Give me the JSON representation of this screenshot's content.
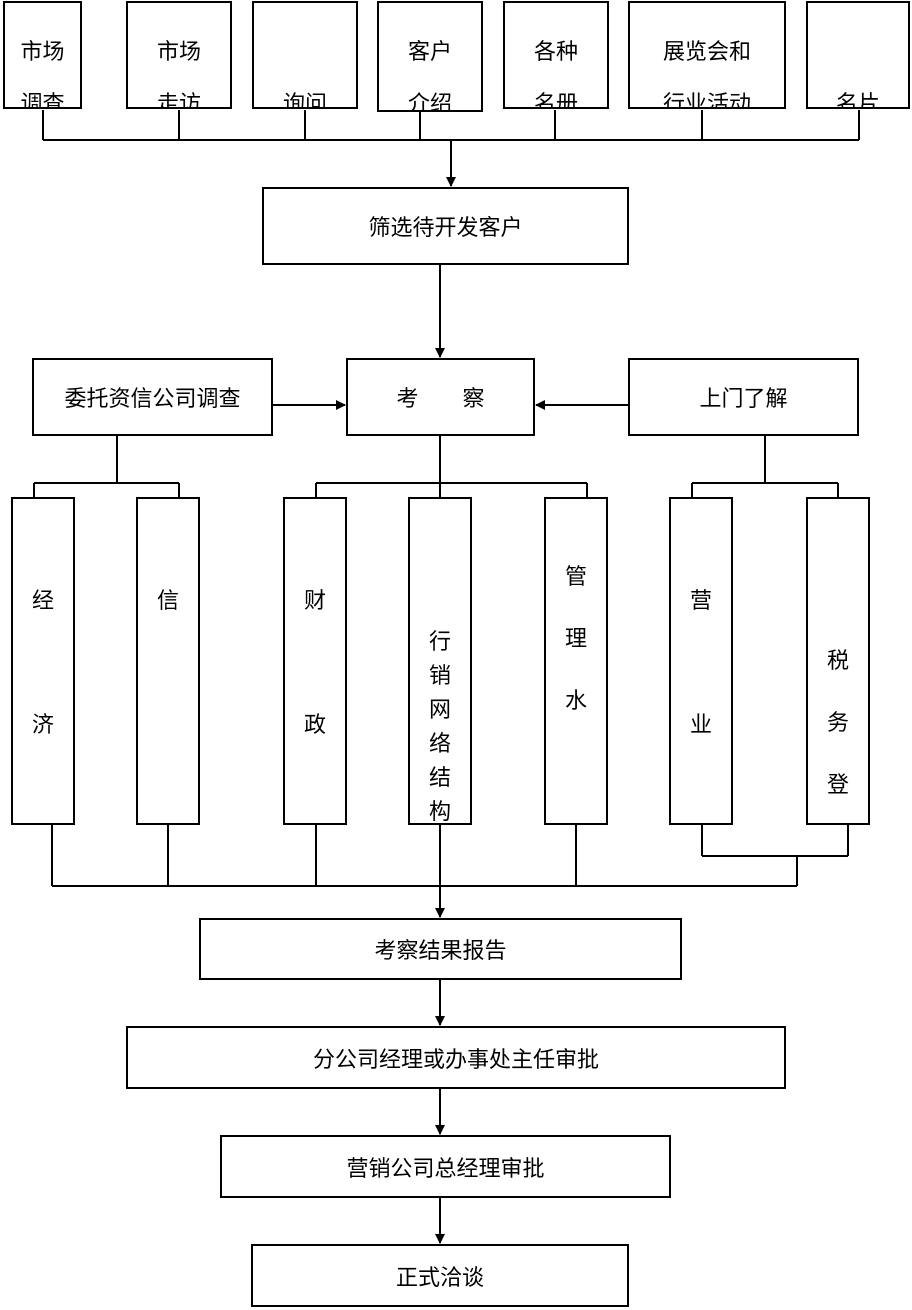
{
  "sources": [
    {
      "id": "market-survey",
      "label": "市场\n调查"
    },
    {
      "id": "market-visit",
      "label": "市场\n走访"
    },
    {
      "id": "inquiry",
      "label": "\n询问"
    },
    {
      "id": "customer-referral",
      "label": "客户\n介绍"
    },
    {
      "id": "directories",
      "label": "各种\n名册"
    },
    {
      "id": "exhibitions",
      "label": "展览会和\n行业活动"
    },
    {
      "id": "business-card",
      "label": "\n名片"
    }
  ],
  "screen": "筛选待开发客户",
  "entrust": "委托资信公司调查",
  "inspect": "考　　察",
  "visit": "上门了解",
  "factors": {
    "economy": "经\n济",
    "credit": "信",
    "finance": "财\n政",
    "sales_network": "行\n销\n网\n络\n结\n构",
    "management": "管\n理\n水",
    "business": "营\n业",
    "tax": "税\n务\n登"
  },
  "report": "考察结果报告",
  "branch_approval": "分公司经理或办事处主任审批",
  "gm_approval": "营销公司总经理审批",
  "negotiation": "正式洽谈"
}
